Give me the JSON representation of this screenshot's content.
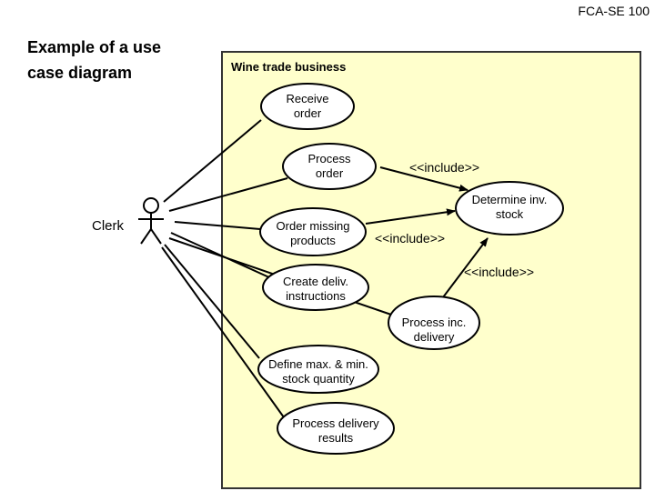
{
  "slide": {
    "number": "FCA-SE 100"
  },
  "heading": {
    "line1": "Example of a use",
    "line2": "case diagram"
  },
  "system": {
    "title": "Wine trade business"
  },
  "actor": {
    "name": "Clerk",
    "icon": "stick-figure-icon"
  },
  "use_cases": [
    {
      "id": "receive-order",
      "label": "Receive\norder"
    },
    {
      "id": "process-order",
      "label": "Process\norder"
    },
    {
      "id": "determine-inv-stock",
      "label": "Determine inv.\nstock"
    },
    {
      "id": "order-missing-products",
      "label": "Order missing\nproducts"
    },
    {
      "id": "create-deliv-instructions",
      "label": "Create deliv.\ninstructions"
    },
    {
      "id": "process-inc-delivery",
      "label": "Process inc.\ndelivery"
    },
    {
      "id": "define-max-min-stock",
      "label": "Define max. & min.\nstock quantity"
    },
    {
      "id": "process-delivery-results",
      "label": "Process delivery\nresults"
    }
  ],
  "includes": [
    {
      "label": "<<include>>"
    },
    {
      "label": "<<include>>"
    },
    {
      "label": "<<include>>"
    }
  ],
  "colors": {
    "system_fill": "#ffffcc",
    "line": "#000000"
  }
}
